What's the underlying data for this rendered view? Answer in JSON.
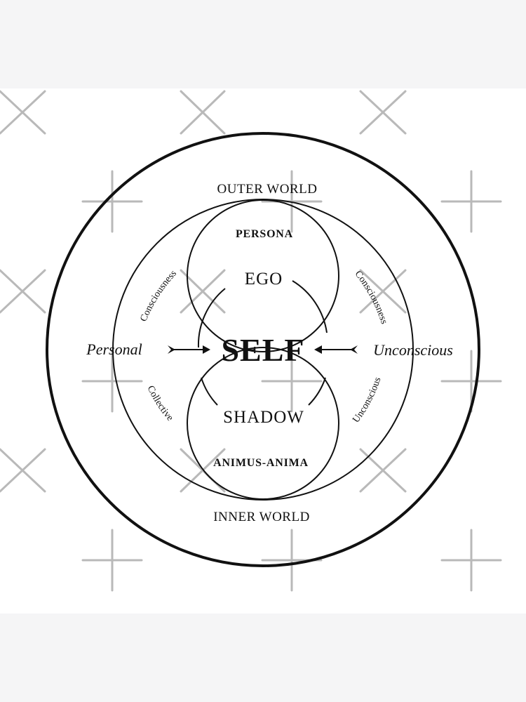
{
  "diagram": {
    "outer_world": "OUTER WORLD",
    "inner_world": "INNER WORLD",
    "persona": "PERSONA",
    "ego": "EGO",
    "self": "SELF",
    "shadow": "SHADOW",
    "animus_anima": "ANIMUS-ANIMA",
    "personal": "Personal",
    "unconscious": "Unconscious",
    "left_upper_arc": "Consciousness",
    "left_lower_arc": "Collective",
    "right_upper_arc": "Consciousness",
    "right_lower_arc": "Unconscious"
  },
  "colors": {
    "ink": "#111111",
    "watermark": "#b9b9b9",
    "band": "#f5f5f6",
    "card": "#ffffff"
  }
}
